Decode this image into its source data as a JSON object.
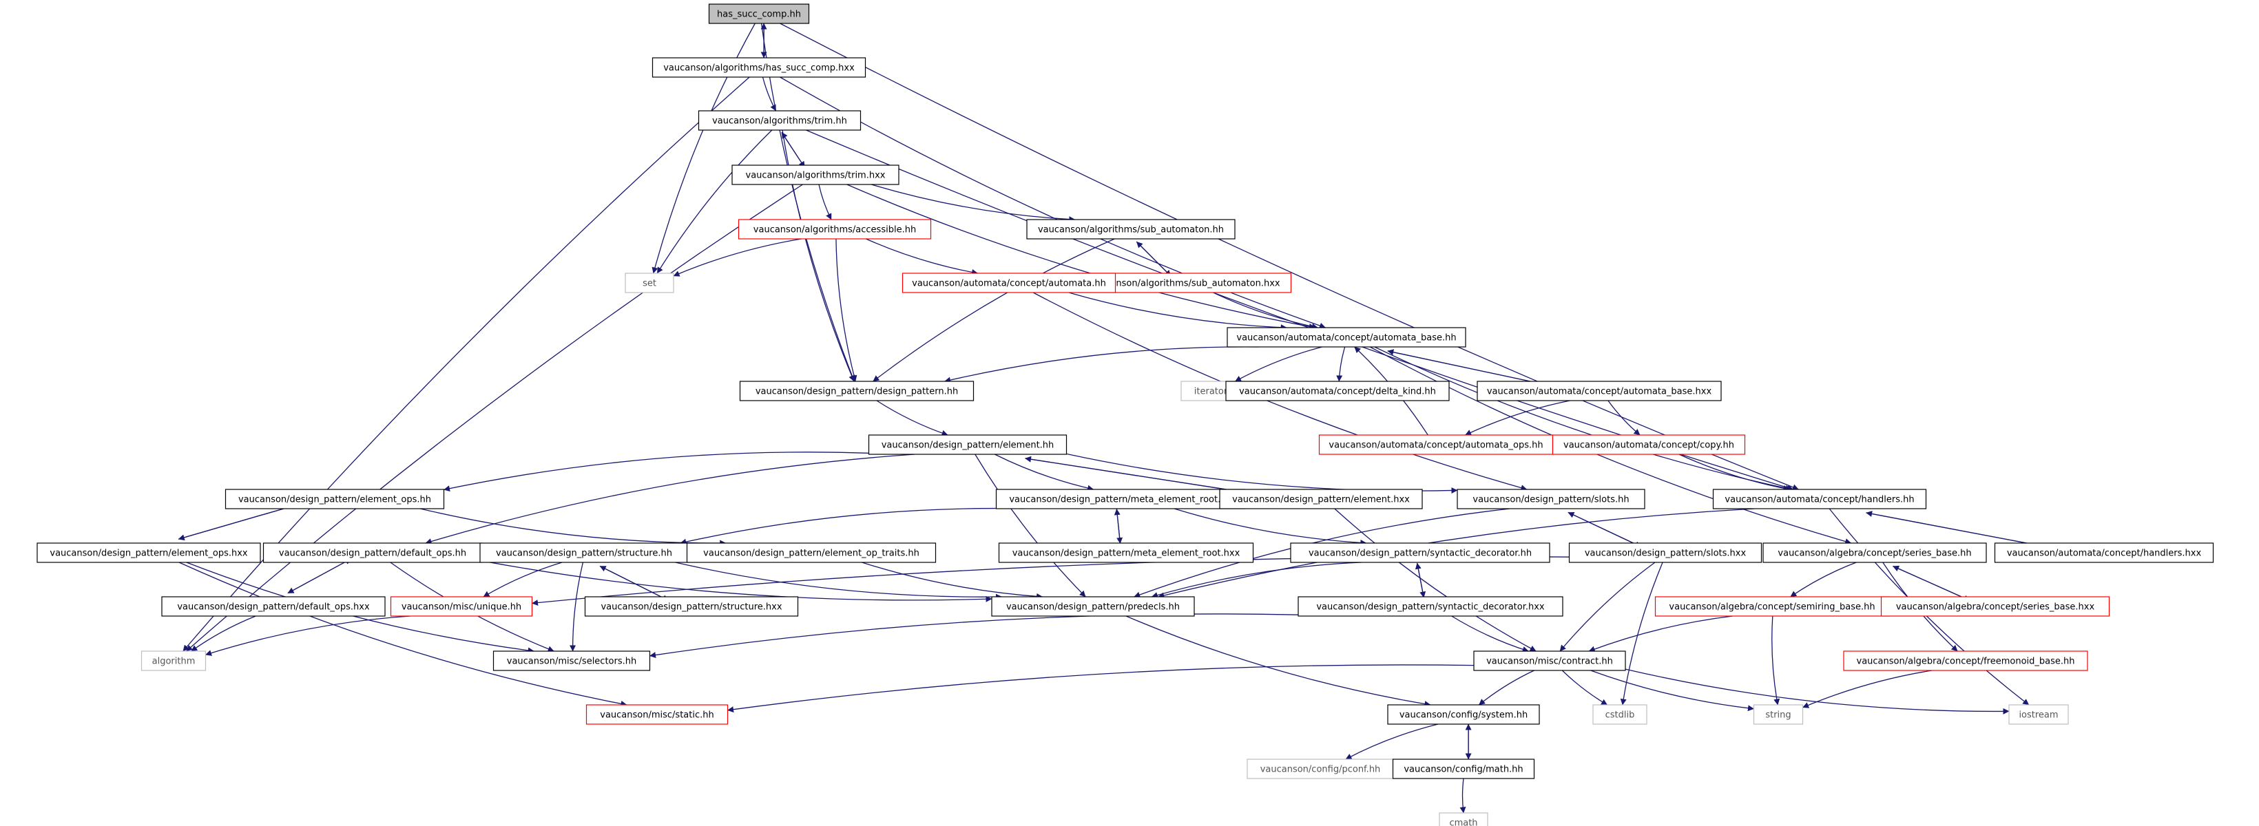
{
  "colors": {
    "edge": "#191970",
    "border_normal": "#000000",
    "border_red": "#ff0000",
    "border_light": "#bfbfbf",
    "root_fill": "#bfbfbf",
    "fill": "#ffffff"
  },
  "nodes": [
    {
      "id": "root",
      "label": "has_succ_comp.hh",
      "style": "root"
    },
    {
      "id": "hsc_hxx",
      "label": "vaucanson/algorithms/has_succ_comp.hxx",
      "style": "normal"
    },
    {
      "id": "trim_hh",
      "label": "vaucanson/algorithms/trim.hh",
      "style": "normal"
    },
    {
      "id": "trim_hxx",
      "label": "vaucanson/algorithms/trim.hxx",
      "style": "normal"
    },
    {
      "id": "accessible",
      "label": "vaucanson/algorithms/accessible.hh",
      "style": "red"
    },
    {
      "id": "sub_hh",
      "label": "vaucanson/algorithms/sub_automaton.hh",
      "style": "normal"
    },
    {
      "id": "sub_hxx",
      "label": "vaucanson/algorithms/sub_automaton.hxx",
      "style": "red"
    },
    {
      "id": "automata_hh",
      "label": "vaucanson/automata/concept/automata.hh",
      "style": "red"
    },
    {
      "id": "set",
      "label": "set",
      "style": "light"
    },
    {
      "id": "ab_hh",
      "label": "vaucanson/automata/concept/automata_base.hh",
      "style": "normal"
    },
    {
      "id": "dp_hh",
      "label": "vaucanson/design_pattern/design_pattern.hh",
      "style": "normal"
    },
    {
      "id": "iterator",
      "label": "iterator",
      "style": "light"
    },
    {
      "id": "delta_kind",
      "label": "vaucanson/automata/concept/delta_kind.hh",
      "style": "normal"
    },
    {
      "id": "ab_hxx",
      "label": "vaucanson/automata/concept/automata_base.hxx",
      "style": "normal"
    },
    {
      "id": "automata_ops",
      "label": "vaucanson/automata/concept/automata_ops.hh",
      "style": "red"
    },
    {
      "id": "copy_hh",
      "label": "vaucanson/automata/concept/copy.hh",
      "style": "red"
    },
    {
      "id": "element_hh",
      "label": "vaucanson/design_pattern/element.hh",
      "style": "normal"
    },
    {
      "id": "handlers_hh",
      "label": "vaucanson/automata/concept/handlers.hh",
      "style": "normal"
    },
    {
      "id": "element_ops_hh",
      "label": "vaucanson/design_pattern/element_ops.hh",
      "style": "normal"
    },
    {
      "id": "mer_hh",
      "label": "vaucanson/design_pattern/meta_element_root.hh",
      "style": "normal"
    },
    {
      "id": "element_hxx",
      "label": "vaucanson/design_pattern/element.hxx",
      "style": "normal"
    },
    {
      "id": "slots_hh",
      "label": "vaucanson/design_pattern/slots.hh",
      "style": "normal"
    },
    {
      "id": "element_ops_hxx",
      "label": "vaucanson/design_pattern/element_ops.hxx",
      "style": "normal"
    },
    {
      "id": "default_ops_hh",
      "label": "vaucanson/design_pattern/default_ops.hh",
      "style": "normal"
    },
    {
      "id": "structure_hh",
      "label": "vaucanson/design_pattern/structure.hh",
      "style": "normal"
    },
    {
      "id": "eot",
      "label": "vaucanson/design_pattern/element_op_traits.hh",
      "style": "normal"
    },
    {
      "id": "mer_hxx",
      "label": "vaucanson/design_pattern/meta_element_root.hxx",
      "style": "normal"
    },
    {
      "id": "sd_hh",
      "label": "vaucanson/design_pattern/syntactic_decorator.hh",
      "style": "normal"
    },
    {
      "id": "slots_hxx",
      "label": "vaucanson/design_pattern/slots.hxx",
      "style": "normal"
    },
    {
      "id": "sb_hh",
      "label": "vaucanson/algebra/concept/series_base.hh",
      "style": "normal"
    },
    {
      "id": "handlers_hxx",
      "label": "vaucanson/automata/concept/handlers.hxx",
      "style": "normal"
    },
    {
      "id": "default_ops_hxx",
      "label": "vaucanson/design_pattern/default_ops.hxx",
      "style": "normal"
    },
    {
      "id": "unique_hh",
      "label": "vaucanson/misc/unique.hh",
      "style": "red"
    },
    {
      "id": "structure_hxx",
      "label": "vaucanson/design_pattern/structure.hxx",
      "style": "normal"
    },
    {
      "id": "predecls",
      "label": "vaucanson/design_pattern/predecls.hh",
      "style": "normal"
    },
    {
      "id": "sd_hxx",
      "label": "vaucanson/design_pattern/syntactic_decorator.hxx",
      "style": "normal"
    },
    {
      "id": "semiring",
      "label": "vaucanson/algebra/concept/semiring_base.hh",
      "style": "red"
    },
    {
      "id": "sb_hxx",
      "label": "vaucanson/algebra/concept/series_base.hxx",
      "style": "red"
    },
    {
      "id": "algorithm",
      "label": "algorithm",
      "style": "light"
    },
    {
      "id": "selectors",
      "label": "vaucanson/misc/selectors.hh",
      "style": "normal"
    },
    {
      "id": "contract",
      "label": "vaucanson/misc/contract.hh",
      "style": "normal"
    },
    {
      "id": "freemonoid",
      "label": "vaucanson/algebra/concept/freemonoid_base.hh",
      "style": "red"
    },
    {
      "id": "static_hh",
      "label": "vaucanson/misc/static.hh",
      "style": "red"
    },
    {
      "id": "system_hh",
      "label": "vaucanson/config/system.hh",
      "style": "normal"
    },
    {
      "id": "cstdlib",
      "label": "cstdlib",
      "style": "light"
    },
    {
      "id": "string",
      "label": "string",
      "style": "light"
    },
    {
      "id": "iostream",
      "label": "iostream",
      "style": "light"
    },
    {
      "id": "pconf",
      "label": "vaucanson/config/pconf.hh",
      "style": "light"
    },
    {
      "id": "math_hh",
      "label": "vaucanson/config/math.hh",
      "style": "normal"
    },
    {
      "id": "cmath",
      "label": "cmath",
      "style": "light"
    }
  ],
  "edges": [
    {
      "from": "root",
      "to": "hsc_hxx"
    },
    {
      "from": "hsc_hxx",
      "to": "root"
    },
    {
      "from": "root",
      "to": "set"
    },
    {
      "from": "root",
      "to": "dp_hh"
    },
    {
      "from": "root",
      "to": "handlers_hh"
    },
    {
      "from": "hsc_hxx",
      "to": "trim_hh"
    },
    {
      "from": "hsc_hxx",
      "to": "algorithm"
    },
    {
      "from": "hsc_hxx",
      "to": "ab_hh"
    },
    {
      "from": "trim_hh",
      "to": "trim_hxx"
    },
    {
      "from": "trim_hxx",
      "to": "trim_hh"
    },
    {
      "from": "trim_hh",
      "to": "set"
    },
    {
      "from": "trim_hh",
      "to": "dp_hh"
    },
    {
      "from": "trim_hh",
      "to": "handlers_hh"
    },
    {
      "from": "trim_hxx",
      "to": "accessible"
    },
    {
      "from": "trim_hxx",
      "to": "sub_hh"
    },
    {
      "from": "trim_hxx",
      "to": "algorithm"
    },
    {
      "from": "trim_hxx",
      "to": "ab_hh"
    },
    {
      "from": "accessible",
      "to": "set"
    },
    {
      "from": "accessible",
      "to": "dp_hh"
    },
    {
      "from": "accessible",
      "to": "automata_hh"
    },
    {
      "from": "sub_hh",
      "to": "sub_hxx"
    },
    {
      "from": "sub_hxx",
      "to": "sub_hh"
    },
    {
      "from": "sub_hh",
      "to": "dp_hh"
    },
    {
      "from": "sub_hxx",
      "to": "ab_hh"
    },
    {
      "from": "automata_hh",
      "to": "ab_hh"
    },
    {
      "from": "automata_hh",
      "to": "slots_hh"
    },
    {
      "from": "ab_hh",
      "to": "dp_hh"
    },
    {
      "from": "ab_hh",
      "to": "iterator"
    },
    {
      "from": "ab_hh",
      "to": "delta_kind"
    },
    {
      "from": "ab_hh",
      "to": "ab_hxx"
    },
    {
      "from": "ab_hxx",
      "to": "ab_hh"
    },
    {
      "from": "ab_hh",
      "to": "handlers_hh"
    },
    {
      "from": "ab_hh",
      "to": "sb_hh"
    },
    {
      "from": "ab_hxx",
      "to": "automata_ops"
    },
    {
      "from": "ab_hxx",
      "to": "copy_hh"
    },
    {
      "from": "automata_ops",
      "to": "ab_hh"
    },
    {
      "from": "copy_hh",
      "to": "handlers_hh"
    },
    {
      "from": "dp_hh",
      "to": "element_hh"
    },
    {
      "from": "element_hh",
      "to": "element_ops_hh"
    },
    {
      "from": "element_hh",
      "to": "mer_hh"
    },
    {
      "from": "element_hh",
      "to": "element_hxx"
    },
    {
      "from": "element_hxx",
      "to": "element_hh"
    },
    {
      "from": "element_hh",
      "to": "slots_hh"
    },
    {
      "from": "element_hh",
      "to": "default_ops_hh"
    },
    {
      "from": "element_hh",
      "to": "predecls"
    },
    {
      "from": "element_ops_hh",
      "to": "element_ops_hxx"
    },
    {
      "from": "element_ops_hxx",
      "to": "element_ops_hh"
    },
    {
      "from": "element_ops_hh",
      "to": "eot"
    },
    {
      "from": "element_ops_hxx",
      "to": "selectors"
    },
    {
      "from": "element_ops_hxx",
      "to": "static_hh"
    },
    {
      "from": "mer_hh",
      "to": "mer_hxx"
    },
    {
      "from": "mer_hxx",
      "to": "mer_hh"
    },
    {
      "from": "mer_hh",
      "to": "structure_hh"
    },
    {
      "from": "mer_hh",
      "to": "sd_hh"
    },
    {
      "from": "element_hxx",
      "to": "contract"
    },
    {
      "from": "slots_hh",
      "to": "slots_hxx"
    },
    {
      "from": "slots_hxx",
      "to": "slots_hh"
    },
    {
      "from": "slots_hh",
      "to": "predecls"
    },
    {
      "from": "slots_hxx",
      "to": "cstdlib"
    },
    {
      "from": "slots_hxx",
      "to": "contract"
    },
    {
      "from": "slots_hxx",
      "to": "unique_hh"
    },
    {
      "from": "default_ops_hh",
      "to": "default_ops_hxx"
    },
    {
      "from": "default_ops_hxx",
      "to": "default_ops_hh"
    },
    {
      "from": "default_ops_hh",
      "to": "predecls"
    },
    {
      "from": "default_ops_hh",
      "to": "selectors"
    },
    {
      "from": "default_ops_hxx",
      "to": "algorithm"
    },
    {
      "from": "structure_hh",
      "to": "structure_hxx"
    },
    {
      "from": "structure_hxx",
      "to": "structure_hh"
    },
    {
      "from": "structure_hh",
      "to": "unique_hh"
    },
    {
      "from": "structure_hh",
      "to": "selectors"
    },
    {
      "from": "structure_hh",
      "to": "predecls"
    },
    {
      "from": "eot",
      "to": "predecls"
    },
    {
      "from": "sd_hh",
      "to": "sd_hxx"
    },
    {
      "from": "sd_hxx",
      "to": "sd_hh"
    },
    {
      "from": "sd_hh",
      "to": "predecls"
    },
    {
      "from": "sd_hxx",
      "to": "selectors"
    },
    {
      "from": "sd_hxx",
      "to": "contract"
    },
    {
      "from": "handlers_hh",
      "to": "handlers_hxx"
    },
    {
      "from": "handlers_hxx",
      "to": "handlers_hh"
    },
    {
      "from": "handlers_hh",
      "to": "predecls"
    },
    {
      "from": "handlers_hh",
      "to": "iostream"
    },
    {
      "from": "sb_hh",
      "to": "sb_hxx"
    },
    {
      "from": "sb_hxx",
      "to": "sb_hh"
    },
    {
      "from": "sb_hh",
      "to": "semiring"
    },
    {
      "from": "sb_hh",
      "to": "freemonoid"
    },
    {
      "from": "semiring",
      "to": "contract"
    },
    {
      "from": "semiring",
      "to": "string"
    },
    {
      "from": "freemonoid",
      "to": "string"
    },
    {
      "from": "unique_hh",
      "to": "algorithm"
    },
    {
      "from": "predecls",
      "to": "system_hh"
    },
    {
      "from": "contract",
      "to": "system_hh"
    },
    {
      "from": "contract",
      "to": "static_hh"
    },
    {
      "from": "contract",
      "to": "cstdlib"
    },
    {
      "from": "contract",
      "to": "string"
    },
    {
      "from": "contract",
      "to": "iostream"
    },
    {
      "from": "system_hh",
      "to": "pconf"
    },
    {
      "from": "system_hh",
      "to": "math_hh"
    },
    {
      "from": "math_hh",
      "to": "system_hh"
    },
    {
      "from": "math_hh",
      "to": "cmath"
    }
  ]
}
